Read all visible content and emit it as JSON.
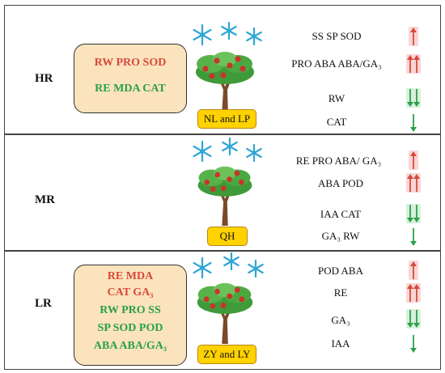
{
  "colors": {
    "increase": "#d9483b",
    "decrease": "#2aa049",
    "box_fill": "#fbe3bd",
    "tag_fill": "#ffd200"
  },
  "panels": [
    {
      "level": "HR",
      "box_red": [
        "RW PRO SOD"
      ],
      "box_green": [
        "RE MDA CAT"
      ],
      "tag": "NL and LP",
      "indicators": [
        {
          "text": "SS SP SOD",
          "direction": "up",
          "count": 1
        },
        {
          "text": "PRO ABA ABA/GA₃",
          "direction": "up",
          "count": 2
        },
        {
          "text": "RW",
          "direction": "down",
          "count": 2
        },
        {
          "text": "CAT",
          "direction": "down",
          "count": 1
        }
      ]
    },
    {
      "level": "MR",
      "box_red": [],
      "box_green": [],
      "tag": "QH",
      "indicators": [
        {
          "text": "RE PRO ABA/ GA₃",
          "direction": "up",
          "count": 1
        },
        {
          "text": "ABA POD",
          "direction": "up",
          "count": 2
        },
        {
          "text": "IAA CAT",
          "direction": "down",
          "count": 2
        },
        {
          "text": "GA₃ RW",
          "direction": "down",
          "count": 1
        }
      ]
    },
    {
      "level": "LR",
      "box_red": [
        "RE MDA",
        "CAT GA₃"
      ],
      "box_green": [
        "RW PRO SS",
        "SP SOD POD",
        "ABA ABA/GA₃"
      ],
      "tag": "ZY and LY",
      "indicators": [
        {
          "text": "POD ABA",
          "direction": "up",
          "count": 1
        },
        {
          "text": "RE",
          "direction": "up",
          "count": 2
        },
        {
          "text": "GA₃",
          "direction": "down",
          "count": 2
        },
        {
          "text": "IAA",
          "direction": "down",
          "count": 1
        }
      ]
    }
  ]
}
